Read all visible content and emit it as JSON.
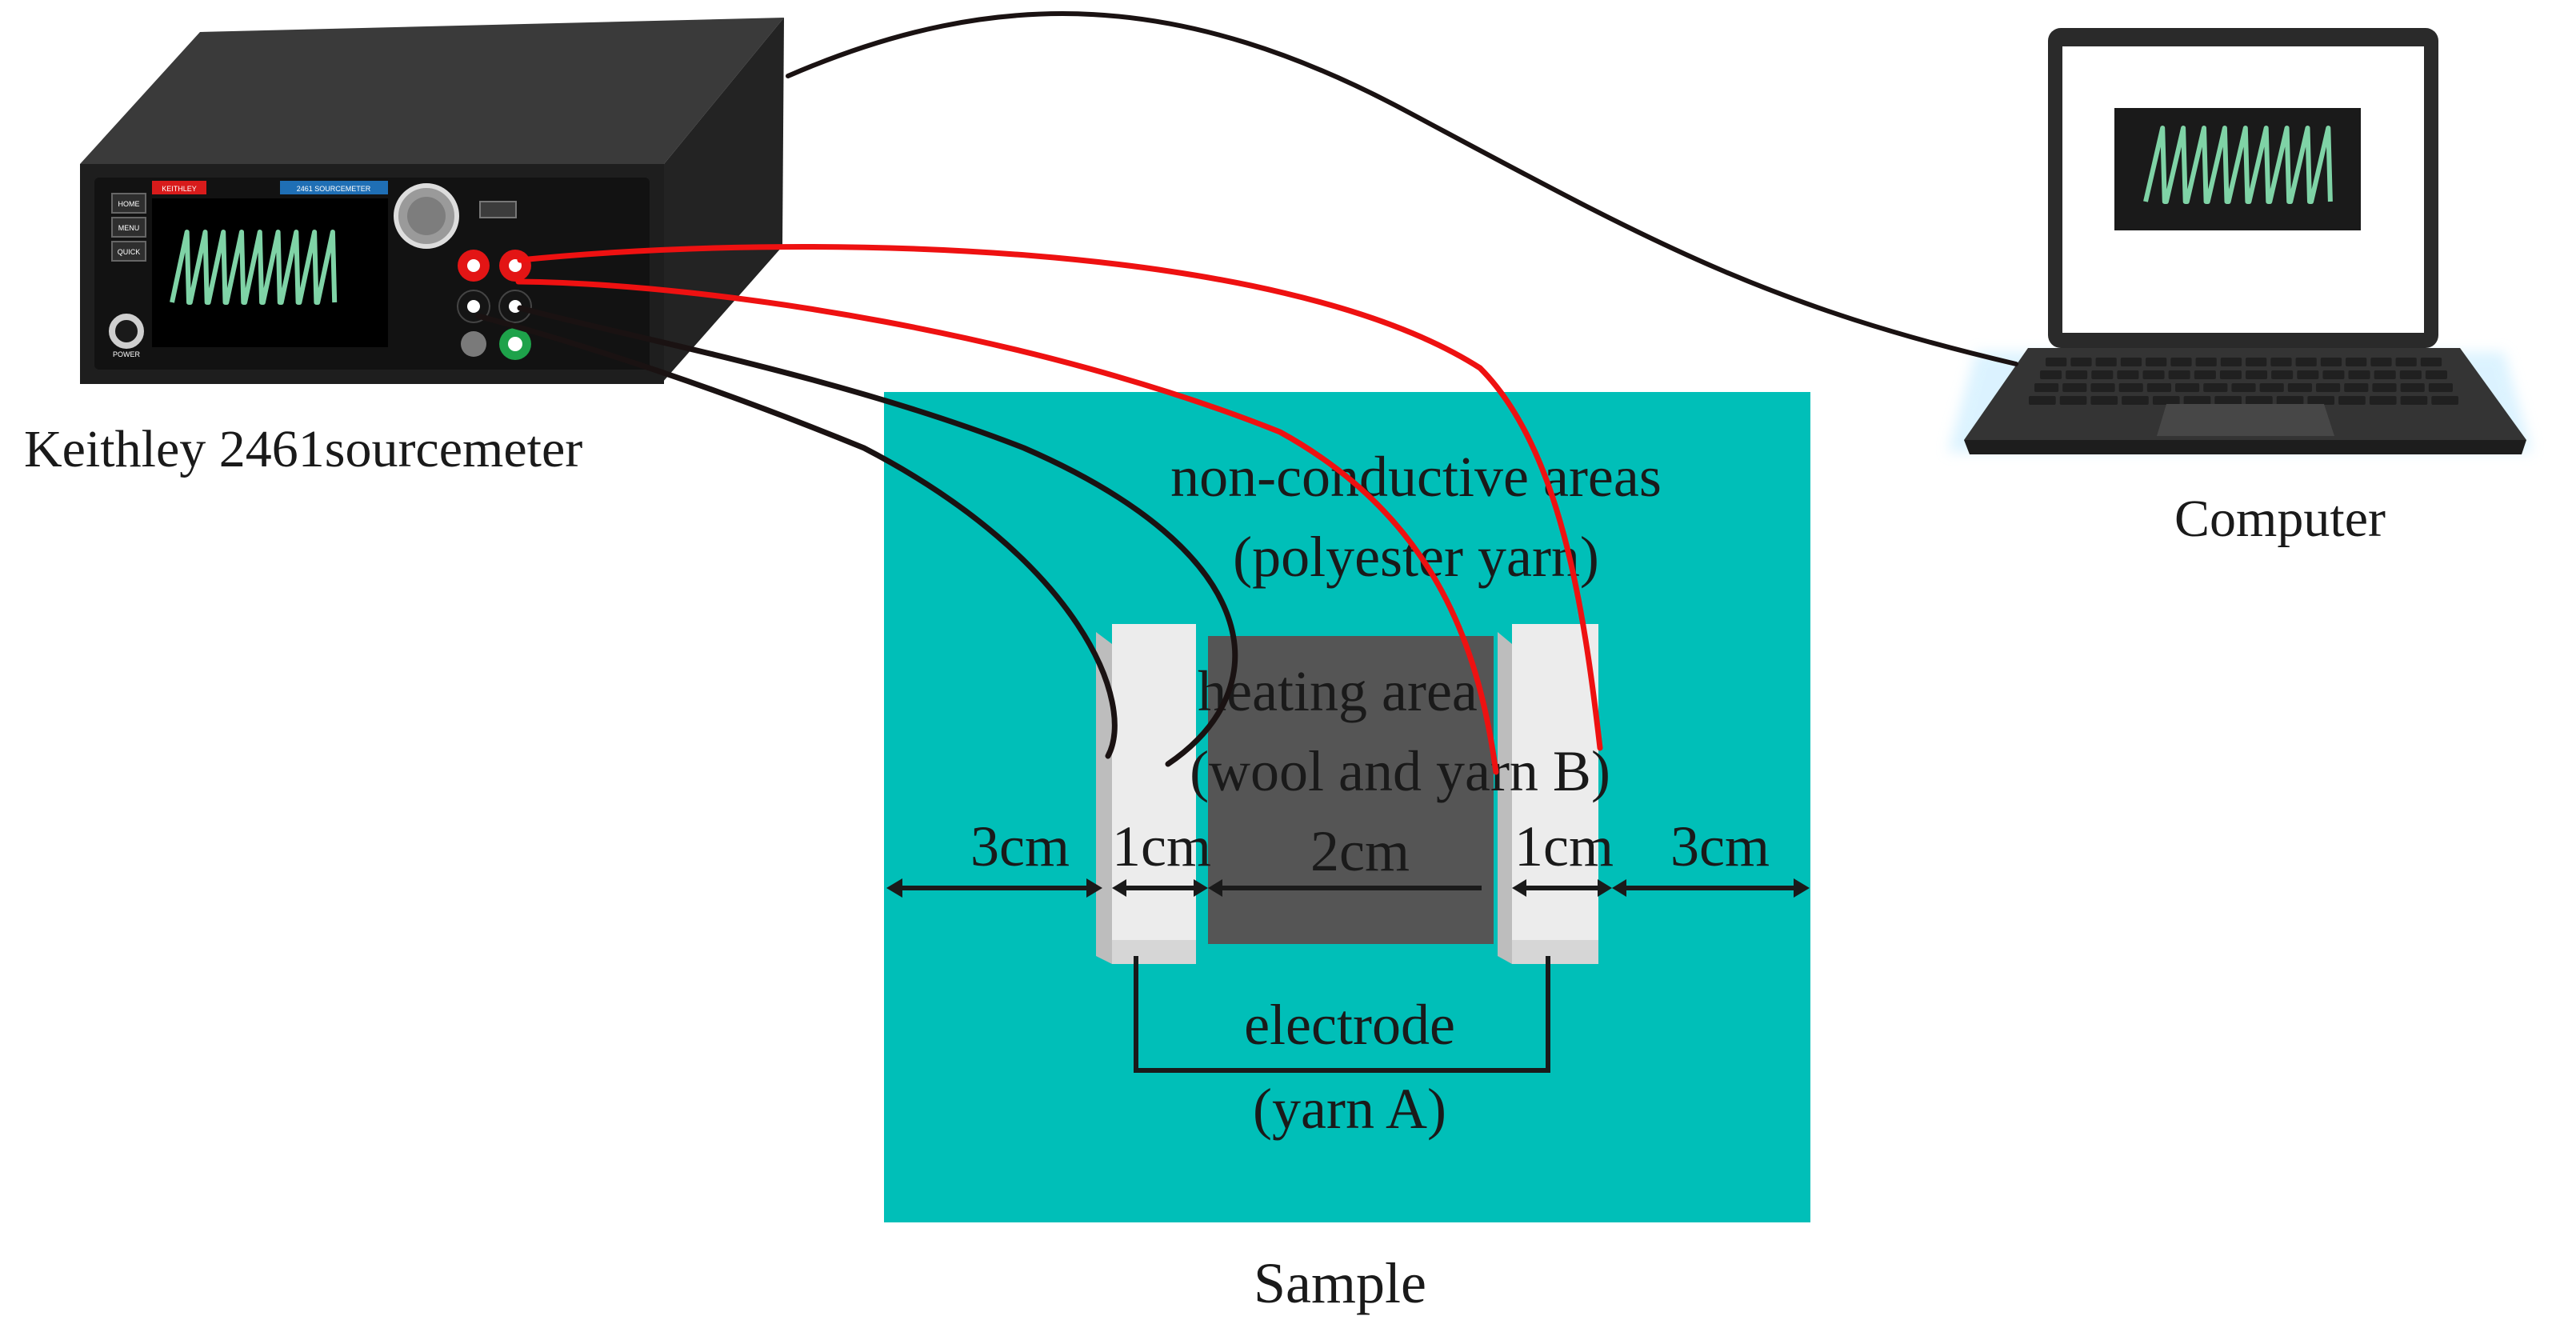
{
  "labels": {
    "sourcemeter": "Keithley 2461sourcemeter",
    "computer": "Computer",
    "sample": "Sample",
    "nonconductive_line1": "non-conductive areas",
    "nonconductive_line2": "(polyester yarn)",
    "heating_line1": "heating area",
    "heating_line2": "(wool and yarn B)",
    "electrode_line1": "electrode",
    "electrode_line2": "(yarn A)"
  },
  "dimensions": {
    "left_margin": "3cm",
    "left_electrode": "1cm",
    "heating_width": "2cm",
    "right_electrode": "1cm",
    "right_margin": "3cm"
  },
  "device": {
    "brand_badge": "KEITHLEY",
    "model_badge": "2461 SOURCEMETER",
    "side_buttons": [
      "HOME",
      "MENU",
      "QUICK"
    ],
    "power_label": "POWER"
  },
  "colors": {
    "sample_background": "#00bfb8",
    "heating_area": "#555555",
    "electrode": "#ececec",
    "waveform": "#7fd3a6",
    "high_lead": "#ee1111",
    "low_lead": "#1a1212",
    "meter_body": "#2d2d2d"
  },
  "waveform_peaks": 9
}
